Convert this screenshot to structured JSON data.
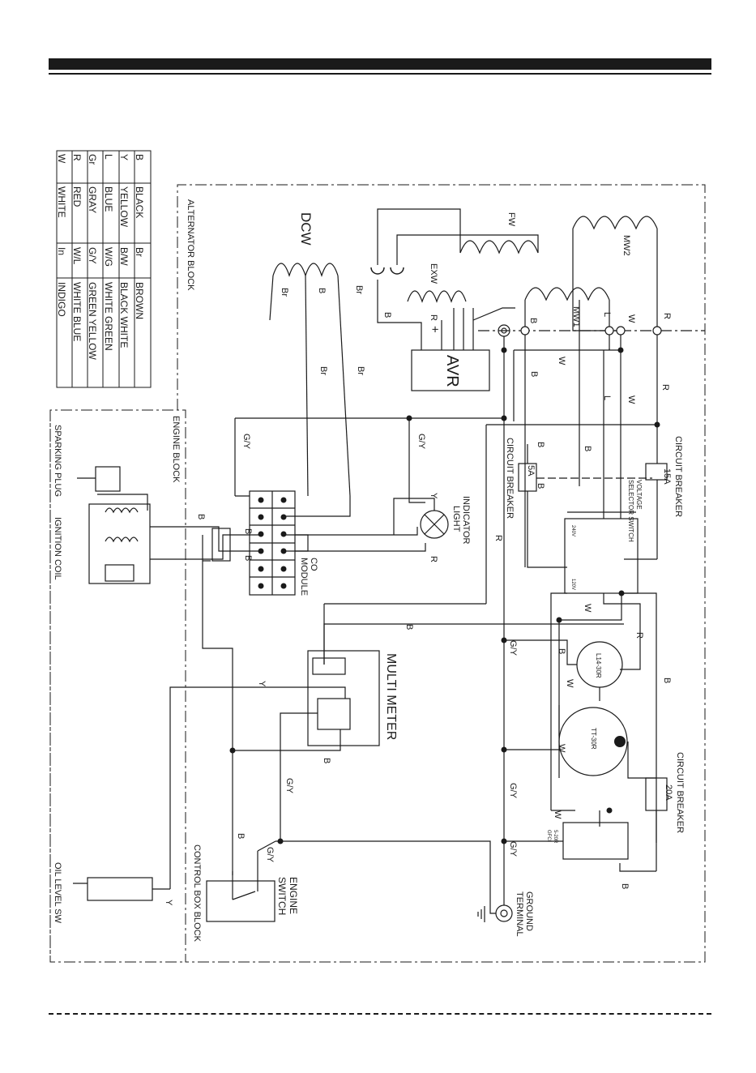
{
  "legend": {
    "rows": [
      {
        "code": "B",
        "name": "BLACK",
        "code2": "Br",
        "name2": "BROWN"
      },
      {
        "code": "Y",
        "name": "YELLOW",
        "code2": "B/W",
        "name2": "BLACK WHITE"
      },
      {
        "code": "L",
        "name": "BLUE",
        "code2": "W/G",
        "name2": "WHITE GREEN"
      },
      {
        "code": "Gr",
        "name": "GRAY",
        "code2": "G/Y",
        "name2": "GREEN YELLOW"
      },
      {
        "code": "R",
        "name": "RED",
        "code2": "W/L",
        "name2": "WHITE BLUE"
      },
      {
        "code": "W",
        "name": "WHITE",
        "code2": "In",
        "name2": "INDIGO"
      }
    ]
  },
  "blocks": {
    "alternator": "ALTERNATOR BLOCK",
    "engine": "ENGINE BLOCK",
    "control_box": "CONTROL BOX BLOCK"
  },
  "components": {
    "dcw": "DCW",
    "fw": "FW",
    "exw": "EXW",
    "mw1": "MW1",
    "mw2": "MW2",
    "avr": "AVR",
    "avr_r": "R",
    "avr_plus": "+",
    "circuit_breaker_15a_line1": "CIRCUIT BREAKER",
    "circuit_breaker_15a_line2": "15A",
    "circuit_breaker_5a_line1": "CIRCUIT BREAKER",
    "circuit_breaker_5a_line2": "5A",
    "circuit_breaker_20a_line1": "CIRCUIT BREAKER",
    "circuit_breaker_20a_line2": "20A",
    "voltage_selector_line1": "VOLTAGE",
    "voltage_selector_line2": "SELECTOR SWITCH",
    "indicator_line1": "INDICATOR",
    "indicator_line2": "LIGHT",
    "co_module_line1": "CO",
    "co_module_line2": "MODULE",
    "multi_meter": "MULTI METER",
    "sparking_plug": "SPARKING PLUG",
    "ignition_coil": "IGNITION COIL",
    "oil_level_sw": "OIL LEVEL SW",
    "engine_switch_line1": "ENGINE",
    "engine_switch_line2": "SWITCH",
    "ground_terminal_line1": "GROUND",
    "ground_terminal_line2": "TERMINAL",
    "l14_30r": "L14-30R",
    "tt_30r": "TT-30R",
    "gfci_line1": "5-20R",
    "gfci_line2": "GFCI",
    "v240": "240V",
    "v120": "120V"
  },
  "wire_labels": {
    "B": "B",
    "Br": "Br",
    "W": "W",
    "L": "L",
    "R": "R",
    "Y": "Y",
    "GY": "G/Y"
  }
}
